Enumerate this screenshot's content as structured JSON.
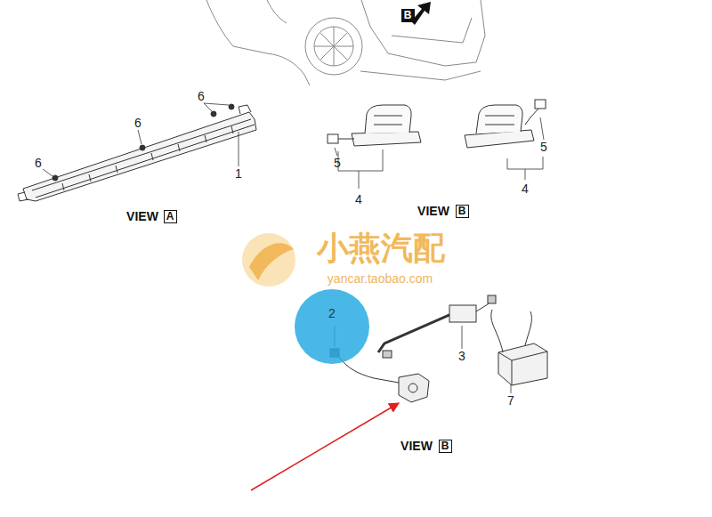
{
  "diagram": {
    "nodes": [
      {
        "text": [
          "B"
        ]
      },
      {
        "text": [
          "A"
        ]
      },
      {
        "text": [
          "B"
        ]
      },
      {
        "text": [
          "2"
        ]
      },
      {
        "text": [
          "B"
        ]
      }
    ],
    "labels": [
      "6",
      "6",
      "6",
      "1",
      "5",
      "4",
      "5",
      "4",
      "VIEW",
      "VIEW",
      "3",
      "7",
      "VIEW",
      "小燕汽配",
      "yancar.taobao.com"
    ]
  }
}
